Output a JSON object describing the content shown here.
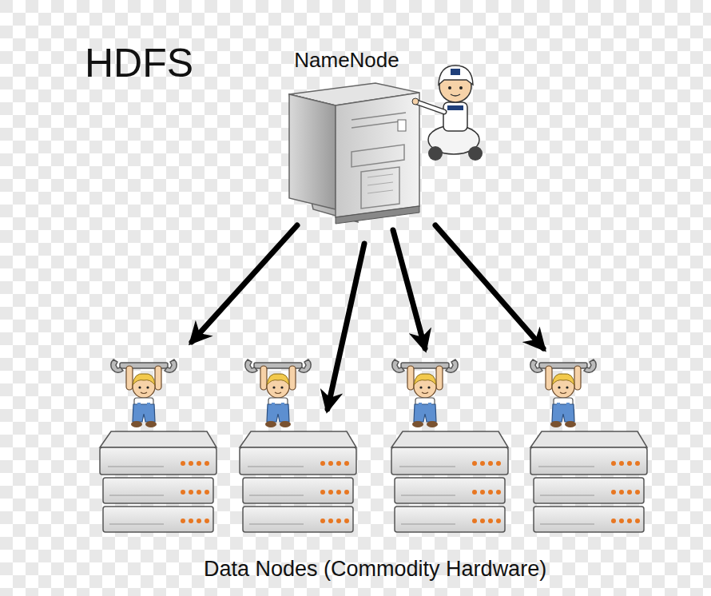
{
  "diagram": {
    "title": "HDFS",
    "nodes": [
      {
        "text": [
          "NameNode"
        ]
      }
    ],
    "labels": [
      "Data Nodes (Commodity Hardware)"
    ]
  }
}
